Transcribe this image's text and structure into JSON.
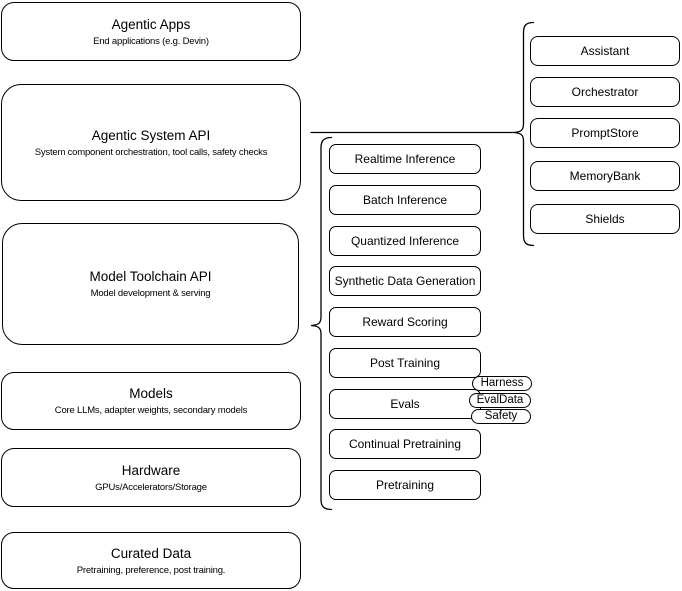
{
  "colors": {
    "stroke": "#000000",
    "fill": "#ffffff",
    "text": "#000000"
  },
  "layers": [
    {
      "title": "Agentic Apps",
      "subtitle": "End applications (e.g. Devin)"
    },
    {
      "title": "Agentic System API",
      "subtitle": "System component orchestration, tool calls, safety checks"
    },
    {
      "title": "Model Toolchain API",
      "subtitle": "Model development & serving"
    },
    {
      "title": "Models",
      "subtitle": "Core LLMs, adapter weights, secondary models"
    },
    {
      "title": "Hardware",
      "subtitle": "GPUs/Accelerators/Storage"
    },
    {
      "title": "Curated Data",
      "subtitle": "Pretraining, preference, post training."
    }
  ],
  "toolchain_services": [
    "Realtime Inference",
    "Batch Inference",
    "Quantized Inference",
    "Synthetic Data Generation",
    "Reward Scoring",
    "Post Training",
    "Evals",
    "Continual Pretraining",
    "Pretraining"
  ],
  "eval_tags": [
    "Harness",
    "EvalData",
    "Safety"
  ],
  "system_components": [
    "Assistant",
    "Orchestrator",
    "PromptStore",
    "MemoryBank",
    "Shields"
  ]
}
